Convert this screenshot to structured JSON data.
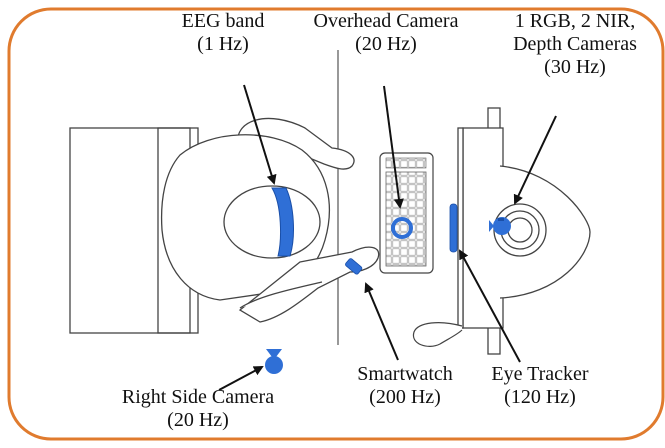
{
  "frame_color": "#E07B2E",
  "device_color": "#2F6FD6",
  "line_color": "#444444",
  "labels": {
    "eeg": [
      "EEG band",
      "(1 Hz)"
    ],
    "overhead": [
      "Overhead Camera",
      "(20 Hz)"
    ],
    "rgb": [
      "1 RGB, 2 NIR,",
      "Depth Cameras",
      "(30 Hz)"
    ],
    "smartwatch": [
      "Smartwatch",
      "(200 Hz)"
    ],
    "eyetracker": [
      "Eye Tracker",
      "(120 Hz)"
    ],
    "rightcam": [
      "Right Side Camera",
      "(20 Hz)"
    ]
  }
}
